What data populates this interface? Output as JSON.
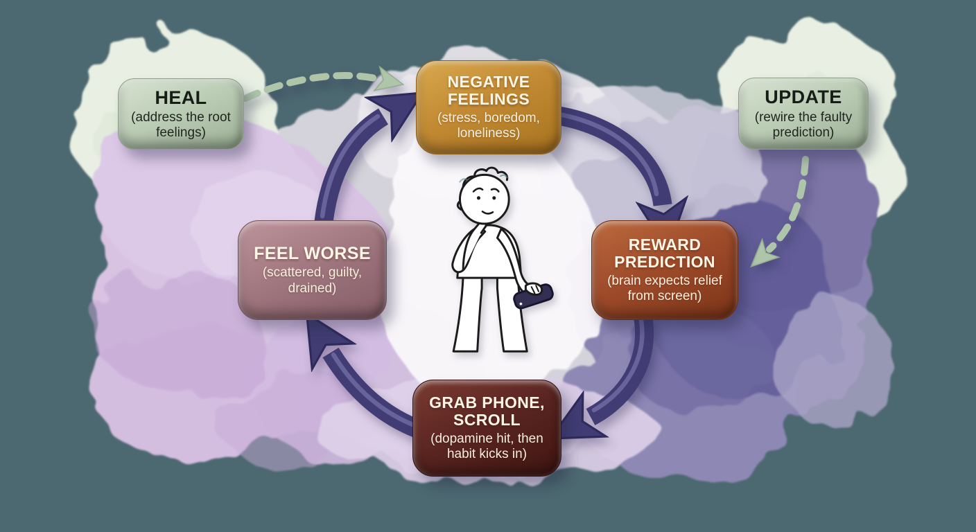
{
  "canvas": {
    "background_color": "#4C6870"
  },
  "cycle": {
    "arrow_color": "#413D74",
    "nodes": [
      {
        "id": "negative-feelings",
        "title": "NEGATIVE FEELINGS",
        "subtitle": "(stress, boredom, loneliness)",
        "color": "#C28A33",
        "text_color": "#FDF6E7"
      },
      {
        "id": "reward-prediction",
        "title": "REWARD PREDICTION",
        "subtitle": "(brain expects relief from screen)",
        "color": "#9F4C2B",
        "text_color": "#FDF6E7"
      },
      {
        "id": "grab-phone-scroll",
        "title": "GRAB PHONE, SCROLL",
        "subtitle": "(dopamine hit, then habit kicks in)",
        "color": "#5A2521",
        "text_color": "#FDF6E7"
      },
      {
        "id": "feel-worse",
        "title": "FEEL WORSE",
        "subtitle": "(scattered, guilty, drained)",
        "color": "#A0767F",
        "text_color": "#FDF6E7"
      }
    ]
  },
  "interventions": {
    "arrow_color": "#AEC5AA",
    "arrow_style": "dashed",
    "nodes": [
      {
        "id": "heal",
        "title": "HEAL",
        "subtitle": "(address the root feelings)",
        "color": "#B9CBB3",
        "text_color": "#171C16"
      },
      {
        "id": "update",
        "title": "UPDATE",
        "subtitle": "(rewire the faulty prediction)",
        "color": "#B9CBB3",
        "text_color": "#171C16"
      }
    ]
  },
  "illustration": {
    "name": "person-thinking-holding-phone",
    "phone_color": "#332F52",
    "outline_color": "#1B1B1B"
  },
  "background_blobs": {
    "pale_green": "#E9F0E3",
    "lavender": "#D8C3E3",
    "indigo": "#8983B1",
    "indigo_dark": "#5A5494",
    "center_white": "#FAF8FB"
  }
}
